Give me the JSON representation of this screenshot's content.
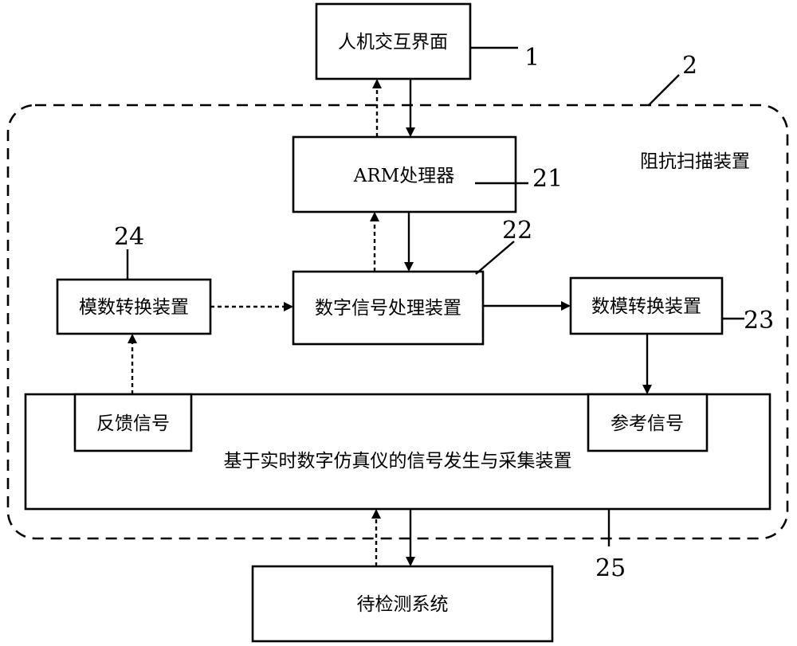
{
  "blocks": {
    "hmi": "人机交互界面",
    "arm": "ARM处理器",
    "dsp": "数字信号处理装置",
    "adc": "模数转换装置",
    "dac": "数模转换装置",
    "feedback": "反馈信号",
    "reference": "参考信号",
    "generator": "基于实时数字仿真仪的信号发生与采集装置",
    "target": "待检测系统"
  },
  "boundary_label": "阻抗扫描装置",
  "refs": {
    "r1": "1",
    "r2": "2",
    "r21": "21",
    "r22": "22",
    "r23": "23",
    "r24": "24",
    "r25": "25"
  }
}
